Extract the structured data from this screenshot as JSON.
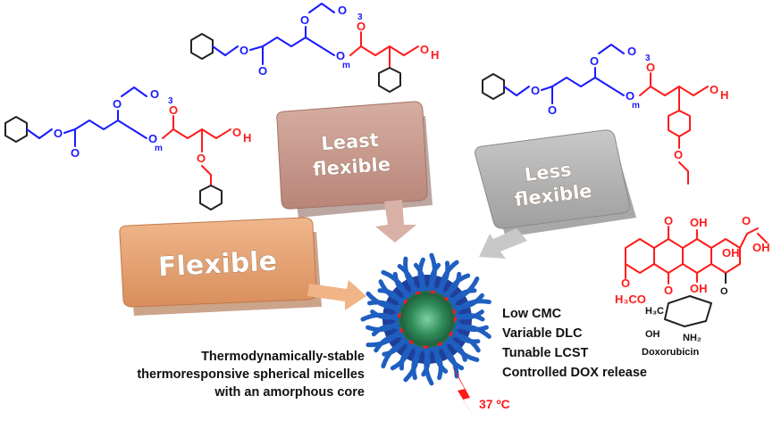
{
  "boxes": {
    "least_flexible": {
      "line1": "Least",
      "line2": "flexible",
      "color": "#c89b8e"
    },
    "less_flexible": {
      "line1": "Less",
      "line2": "flexible",
      "color": "#b5b5b5"
    },
    "flexible": {
      "label": "Flexible",
      "color": "#e8a97a"
    }
  },
  "structures": {
    "atom_o": "O",
    "atom_h": "H",
    "sub_m": "m",
    "sub_3": "3"
  },
  "caption": {
    "line1": "Thermodynamically-stable",
    "line2": "thermoresponsive spherical micelles",
    "line3": "with an amorphous core"
  },
  "properties": [
    "Low CMC",
    "Variable DLC",
    "Tunable LCST",
    "Controlled DOX release"
  ],
  "temperature": "37 ºC",
  "drug": {
    "name": "Doxorubicin",
    "atoms": {
      "o": "O",
      "oh": "OH",
      "h3co": "H₃CO",
      "h3c": "H₃C",
      "nh2": "NH₂"
    }
  },
  "colors": {
    "polymer_backbone": "#1a1aff",
    "pendant_block": "#ff1a1a",
    "micelle_shell": "#1f5fc0",
    "micelle_core": "#2e8b57"
  }
}
